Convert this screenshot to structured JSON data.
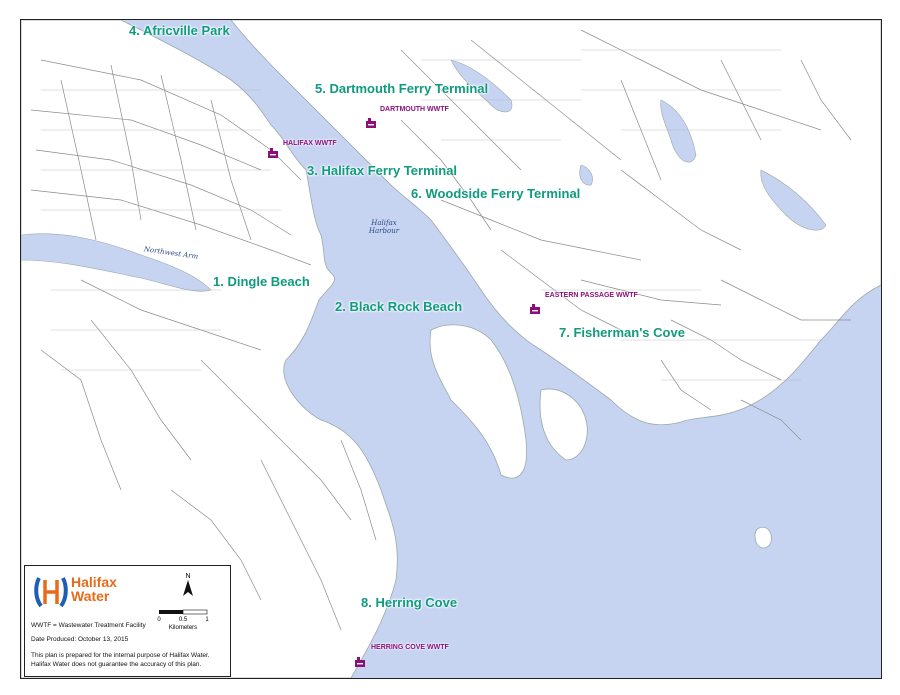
{
  "sites": [
    {
      "id": "africville",
      "label": "4. Africville Park"
    },
    {
      "id": "dartmouth-ferry",
      "label": "5. Dartmouth Ferry Terminal"
    },
    {
      "id": "halifax-ferry",
      "label": "3. Halifax Ferry Terminal"
    },
    {
      "id": "woodside-ferry",
      "label": "6. Woodside Ferry Terminal"
    },
    {
      "id": "dingle",
      "label": "1. Dingle Beach"
    },
    {
      "id": "black-rock",
      "label": "2. Black Rock Beach"
    },
    {
      "id": "fishermans-cove",
      "label": "7. Fisherman's Cove"
    },
    {
      "id": "herring-cove",
      "label": "8. Herring Cove"
    }
  ],
  "wwtf": [
    {
      "id": "halifax",
      "label": "HALIFAX WWTF"
    },
    {
      "id": "dartmouth",
      "label": "DARTMOUTH WWTF"
    },
    {
      "id": "eastern-passage",
      "label": "EASTERN PASSAGE WWTF"
    },
    {
      "id": "herring-cove",
      "label": "HERRING COVE WWTF"
    }
  ],
  "water_bodies": {
    "halifax_harbour": "Halifax\nHarbour",
    "northwest_arm": "Northwest Arm"
  },
  "legend": {
    "logo_line1": "Halifax",
    "logo_line2": "Water",
    "north_label": "N",
    "scale_ticks": [
      "0",
      "0.5",
      "1"
    ],
    "scale_units": "Kilometers",
    "abbreviation": "WWTF = Wastewater Treatment Facility",
    "date": "Date Produced: October 13, 2015",
    "disclaimer_1": "This plan is prepared for the internal purpose of Halifax Water.",
    "disclaimer_2": "Halifax Water does not guarantee the accuracy of this plan."
  },
  "colors": {
    "water": "#c6d4f2",
    "land": "#ffffff",
    "roads": "#8c8c8c",
    "site_label": "#0f9b7d",
    "wwtf": "#8a0f7a",
    "logo_blue": "#1e5fb4",
    "logo_orange": "#e86b1c"
  }
}
